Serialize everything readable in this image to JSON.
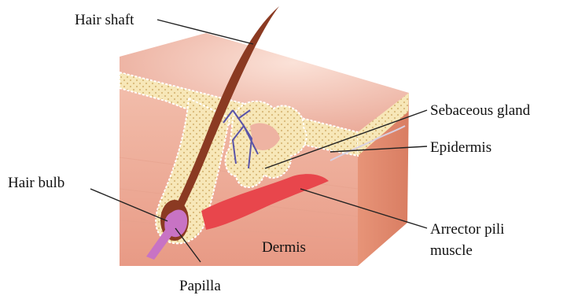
{
  "labels": {
    "hair_shaft": "Hair shaft",
    "sebaceous_gland": "Sebaceous gland",
    "epidermis": "Epidermis",
    "hair_bulb": "Hair bulb",
    "dermis": "Dermis",
    "arrector_pili_line1": "Arrector pili",
    "arrector_pili_line2": "muscle",
    "papilla": "Papilla"
  },
  "colors": {
    "skin_top": "#e9a593",
    "skin_side_right": "#e48e72",
    "dermis_front": "#efb3a0",
    "epidermis_layer": "#f7e7b8",
    "hair": "#8b3a22",
    "muscle": "#e8464c",
    "papilla": "#c873c4",
    "nerve": "#5a54a8"
  }
}
